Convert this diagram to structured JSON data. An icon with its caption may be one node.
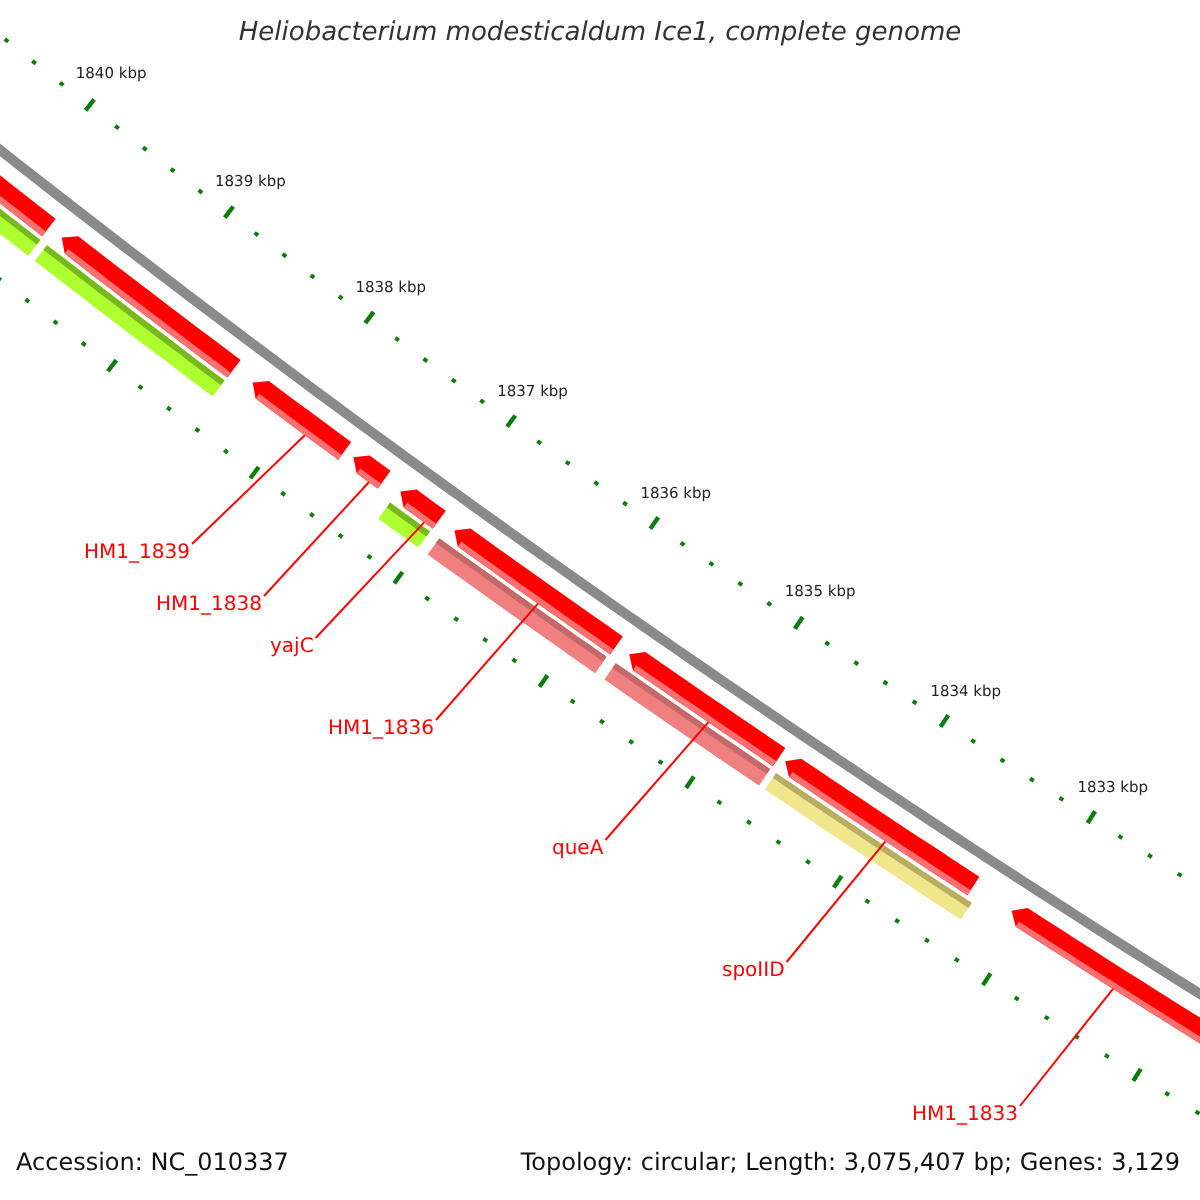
{
  "diagram": {
    "title": "Heliobacterium modesticaldum Ice1, complete genome",
    "nodes": [
      {
        "text": [],
        "shape": "bar"
      },
      {
        "text": [],
        "shape": "bar"
      },
      {
        "text": [],
        "shape": "bar"
      },
      {
        "text": [],
        "shape": "bar"
      },
      {
        "text": [],
        "shape": "bar"
      },
      {
        "text": [],
        "shape": "bar"
      },
      {
        "text": [],
        "shape": "bar"
      },
      {
        "text": [],
        "shape": "bar"
      },
      {
        "text": [],
        "shape": "bar"
      },
      {
        "text": [],
        "shape": "bar"
      },
      {
        "text": [],
        "shape": "bar"
      },
      {
        "text": [],
        "shape": "bar"
      },
      {
        "text": [],
        "shape": "bar"
      },
      {
        "text": [],
        "shape": "bar"
      },
      {
        "text": [],
        "shape": "bar"
      },
      {
        "text": [
          "HM1_1839"
        ]
      },
      {
        "text": [
          "HM1_1838"
        ]
      },
      {
        "text": [
          "yajC"
        ]
      },
      {
        "text": [
          "HM1_1836"
        ]
      },
      {
        "text": [
          "queA"
        ]
      },
      {
        "text": [
          "spoIID"
        ]
      },
      {
        "text": [
          "HM1_1833"
        ]
      }
    ],
    "edges": [
      {
        "from": 15,
        "to": 2,
        "arrow": "none"
      },
      {
        "from": 16,
        "to": 3,
        "arrow": "none"
      },
      {
        "from": 17,
        "to": 4,
        "arrow": "none"
      },
      {
        "from": 18,
        "to": 5,
        "arrow": "none"
      },
      {
        "from": 19,
        "to": 6,
        "arrow": "none"
      },
      {
        "from": 20,
        "to": 7,
        "arrow": "none"
      },
      {
        "from": 21,
        "to": 8,
        "arrow": "none"
      }
    ],
    "labels": [
      "1840 kbp",
      "1839 kbp",
      "1838 kbp",
      "1837 kbp",
      "1836 kbp",
      "1835 kbp",
      "1834 kbp",
      "1833 kbp",
      "Accession: NC_010337",
      "Topology: circular; Length: 3,075,407 bp; Genes: 3,129"
    ]
  }
}
